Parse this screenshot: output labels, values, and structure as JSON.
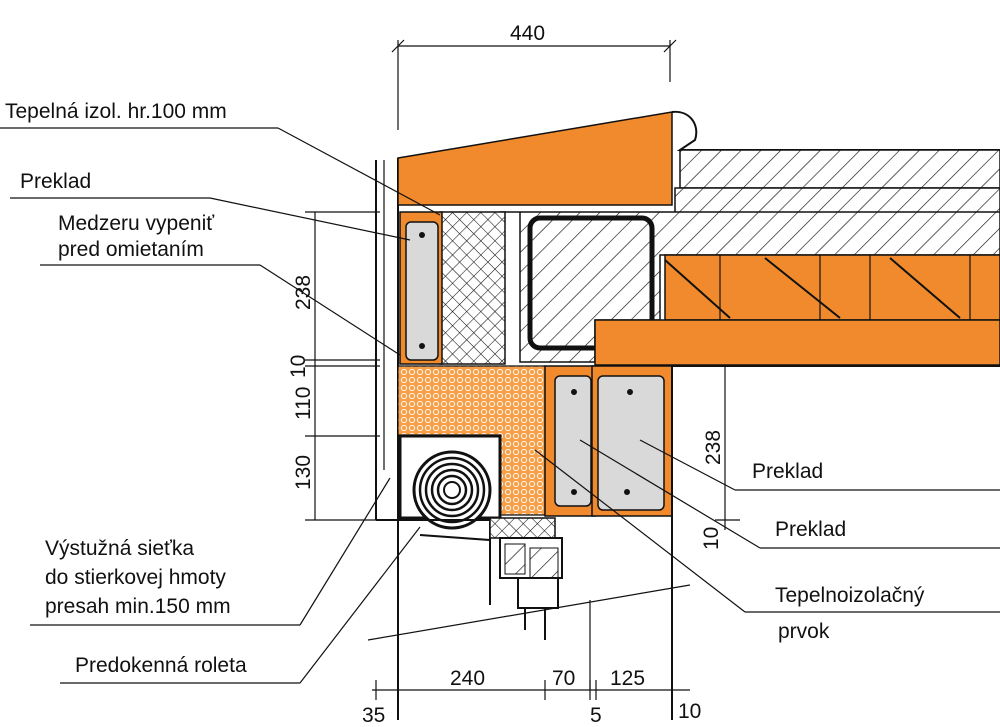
{
  "labels": {
    "thermal_insulation": "Tepelná izol. hr.100 mm",
    "lintel_top": "Preklad",
    "foam_gap_line1": "Medzeru vypeniť",
    "foam_gap_line2": "pred omietaním",
    "mesh_line1": "Výstužná sieťka",
    "mesh_line2": "do stierkovej hmoty",
    "mesh_line3": "presah min.150 mm",
    "roller_shutter": "Predokenná roleta",
    "lintel_right_1": "Preklad",
    "lintel_right_2": "Preklad",
    "thermal_element_line1": "Tepelnoizolačný",
    "thermal_element_line2": "prvok"
  },
  "dimensions": {
    "top_width": "440",
    "left_238": "238",
    "left_10": "10",
    "left_110": "110",
    "left_130": "130",
    "right_238": "238",
    "right_10": "10",
    "bottom_240": "240",
    "bottom_70": "70",
    "bottom_125": "125",
    "bottom_35": "35",
    "bottom_5": "5",
    "bottom_10": "10"
  },
  "colors": {
    "insulation_orange": "#f08a2c",
    "foam_orange": "#f6a04a",
    "lintel_grey": "#d9d9d9",
    "concrete_white": "#ffffff",
    "line": "#111111"
  }
}
